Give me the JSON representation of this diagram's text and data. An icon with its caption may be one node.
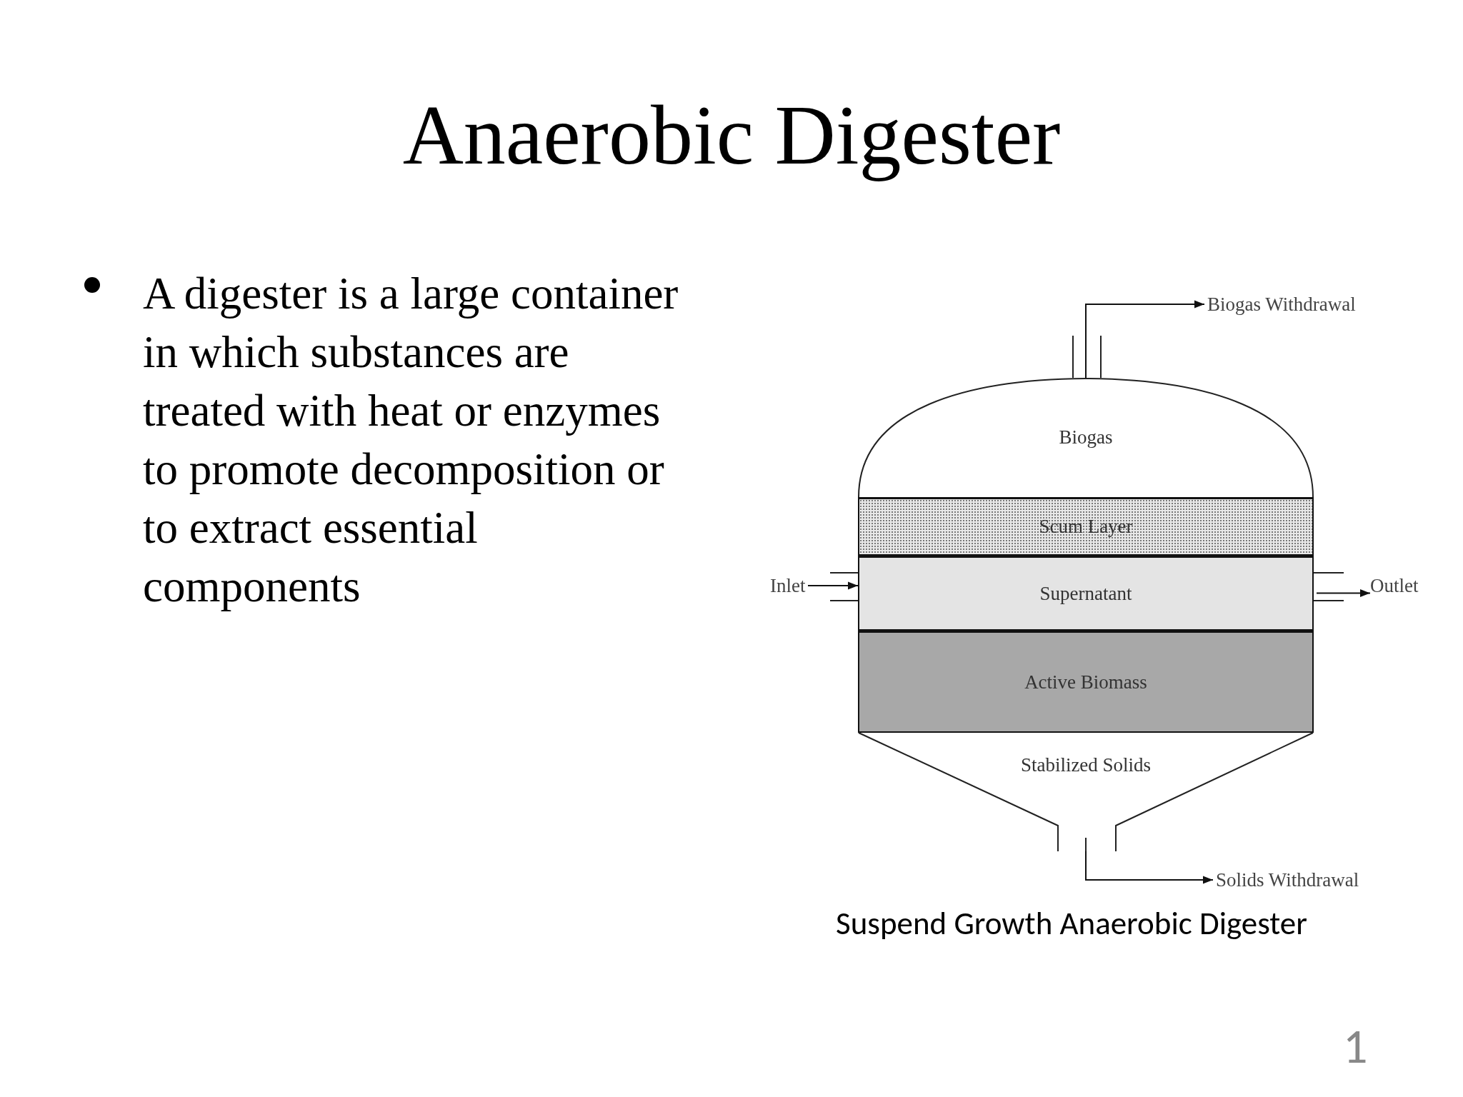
{
  "diagram": {
    "title": "Anaerobic Digester",
    "caption": "Suspend Growth Anaerobic Digester",
    "nodes": [
      {
        "text": [
          "Biogas"
        ]
      },
      {
        "text": [
          "Scum Layer"
        ]
      },
      {
        "text": [
          "Supernatant"
        ]
      },
      {
        "text": [
          "Active Biomass"
        ]
      },
      {
        "text": [
          "Stabilized Solids"
        ]
      },
      {
        "text": [
          "Biogas Withdrawal"
        ]
      },
      {
        "text": [
          "Inlet"
        ]
      },
      {
        "text": [
          "Outlet"
        ]
      },
      {
        "text": [
          "Solids Withdrawal"
        ]
      }
    ],
    "edges": [
      {
        "from": 0,
        "to": 5,
        "arrow": "to"
      },
      {
        "from": 6,
        "to": 2,
        "arrow": "to"
      },
      {
        "from": 2,
        "to": 7,
        "arrow": "to"
      },
      {
        "from": 4,
        "to": 8,
        "arrow": "to"
      }
    ],
    "labels": [
      "A digester is a large container in which substances are treated with heat or enzymes to promote decomposition or to extract essential components",
      "1"
    ]
  }
}
